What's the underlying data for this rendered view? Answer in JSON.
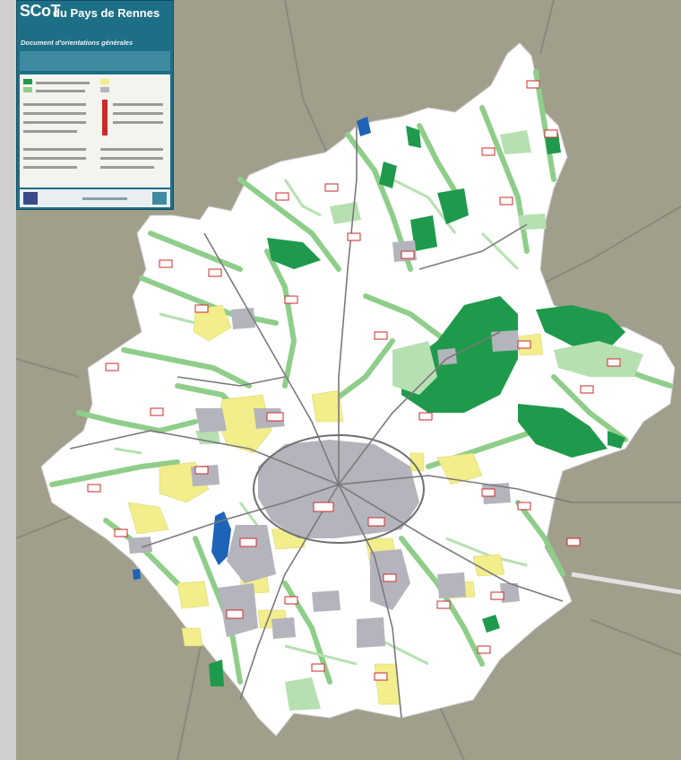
{
  "title": {
    "main": "SCoT",
    "sub": "du Pays de Rennes",
    "doc": "Document d'orientations générales"
  },
  "colors": {
    "background": "#a19e8c",
    "legend_bg": "#1d6f86",
    "territory": "#ffffff",
    "green_corridor": "#8fce8a",
    "forest": "#1f9a4c",
    "urban": "#b4b4bc",
    "project_yellow": "#f1ee8b",
    "water": "#1d63b8",
    "roads": "#7a7a7a",
    "labels_red": "#cc2a2a"
  },
  "map": {
    "icons": [
      "compass-icon",
      "legend-panel"
    ]
  }
}
